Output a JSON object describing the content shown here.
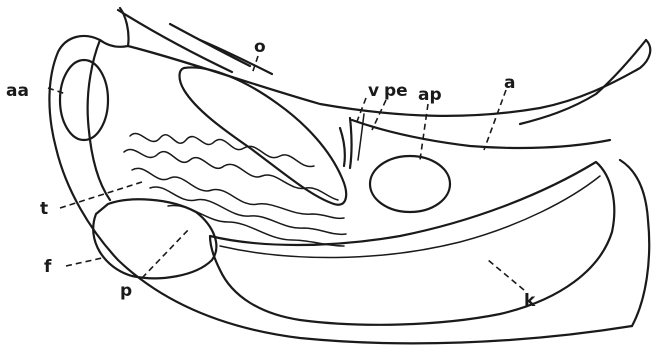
{
  "labels": {
    "aa": "aa",
    "o": "o",
    "v": "v",
    "pe": "pe",
    "ap": "ap",
    "a": "a",
    "t": "t",
    "f": "f",
    "p": "p",
    "k": "k"
  }
}
